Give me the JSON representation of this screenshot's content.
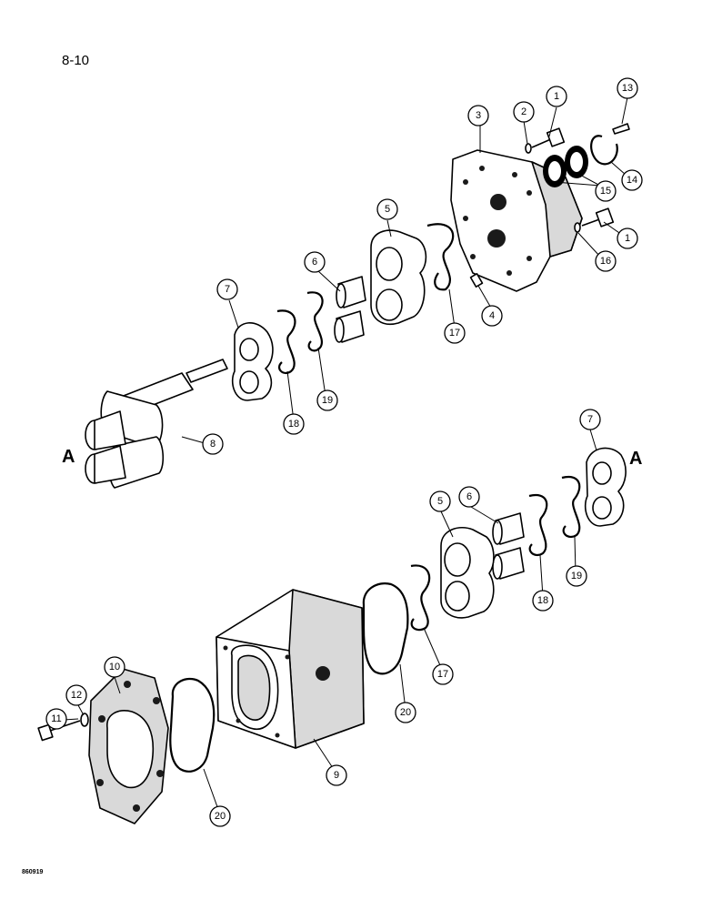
{
  "page": {
    "number": "8-10",
    "figure_id": "860919"
  },
  "ref_letters": [
    "A",
    "A"
  ],
  "callouts": {
    "c1a": "1",
    "c1b": "1",
    "c2": "2",
    "c3": "3",
    "c4": "4",
    "c5a": "5",
    "c5b": "5",
    "c6a": "6",
    "c6b": "6",
    "c7a": "7",
    "c7b": "7",
    "c8": "8",
    "c9": "9",
    "c10": "10",
    "c11": "11",
    "c12": "12",
    "c13": "13",
    "c14": "14",
    "c15": "15",
    "c16": "16",
    "c17a": "17",
    "c17b": "17",
    "c18a": "18",
    "c18b": "18",
    "c19a": "19",
    "c19b": "19",
    "c20a": "20",
    "c20b": "20"
  }
}
